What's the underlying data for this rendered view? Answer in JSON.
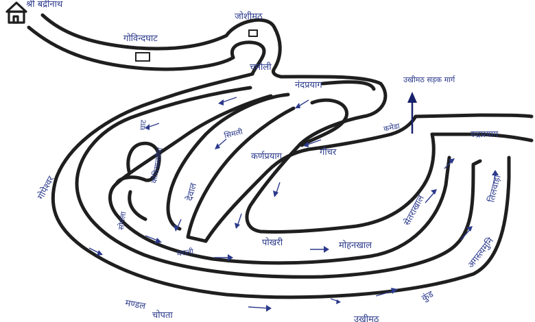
{
  "places": {
    "badrinath": "श्री बद्रीनाथ",
    "joshimath": "जोशीमठ",
    "govindghat": "गोविन्दघाट",
    "chamoli": "चमोली",
    "nandprayag": "नंदप्रयाग",
    "ukhimath_route": "उखीमठ सड़क मार्ग",
    "rudraprayag": "रुद्रप्रयाग",
    "kameda": "कमेडा",
    "gauchar": "गौचर",
    "karnaprayag": "कर्णप्रयाग",
    "simli": "सिमली",
    "ghat": "घाट",
    "tilwara": "तिलवाड़ा",
    "gopeshwar": "गोपेश्वर",
    "kothiyalsain": "कोठियालसैण",
    "sonla": "सोनला",
    "dewal": "देवाल",
    "tharali": "थराली",
    "pokhari": "पोखरी",
    "mohankhal": "मोहनखाल",
    "sitarakhal": "सेतराखाल",
    "agastyamuni": "अगस्त्यमुनि",
    "kund": "कुंड",
    "mandal": "मण्डल",
    "chopta": "चोपता",
    "ukhimath": "उखीमठ"
  }
}
